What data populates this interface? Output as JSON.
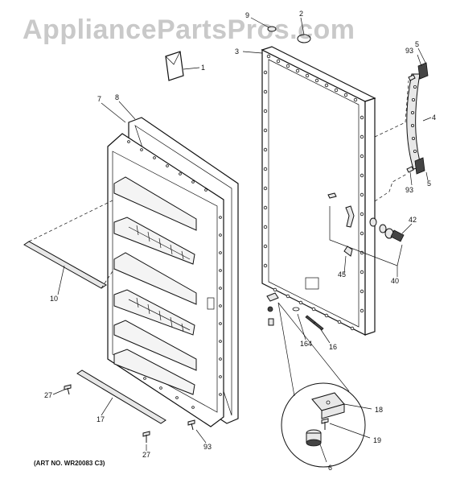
{
  "watermark": "AppliancePartsPros.com",
  "art_number": "(ART NO. WR20083 C3)",
  "callouts": [
    {
      "id": "1",
      "label": "1"
    },
    {
      "id": "2",
      "label": "2"
    },
    {
      "id": "3",
      "label": "3"
    },
    {
      "id": "4",
      "label": "4"
    },
    {
      "id": "5a",
      "label": "5"
    },
    {
      "id": "5b",
      "label": "5"
    },
    {
      "id": "6",
      "label": "6"
    },
    {
      "id": "7",
      "label": "7"
    },
    {
      "id": "8",
      "label": "8"
    },
    {
      "id": "9",
      "label": "9"
    },
    {
      "id": "10",
      "label": "10"
    },
    {
      "id": "16",
      "label": "16"
    },
    {
      "id": "17",
      "label": "17"
    },
    {
      "id": "18",
      "label": "18"
    },
    {
      "id": "19",
      "label": "19"
    },
    {
      "id": "27a",
      "label": "27"
    },
    {
      "id": "27b",
      "label": "27"
    },
    {
      "id": "40",
      "label": "40"
    },
    {
      "id": "42",
      "label": "42"
    },
    {
      "id": "45",
      "label": "45"
    },
    {
      "id": "93a",
      "label": "93"
    },
    {
      "id": "93b",
      "label": "93"
    },
    {
      "id": "93c",
      "label": "93"
    },
    {
      "id": "164",
      "label": "164"
    }
  ]
}
